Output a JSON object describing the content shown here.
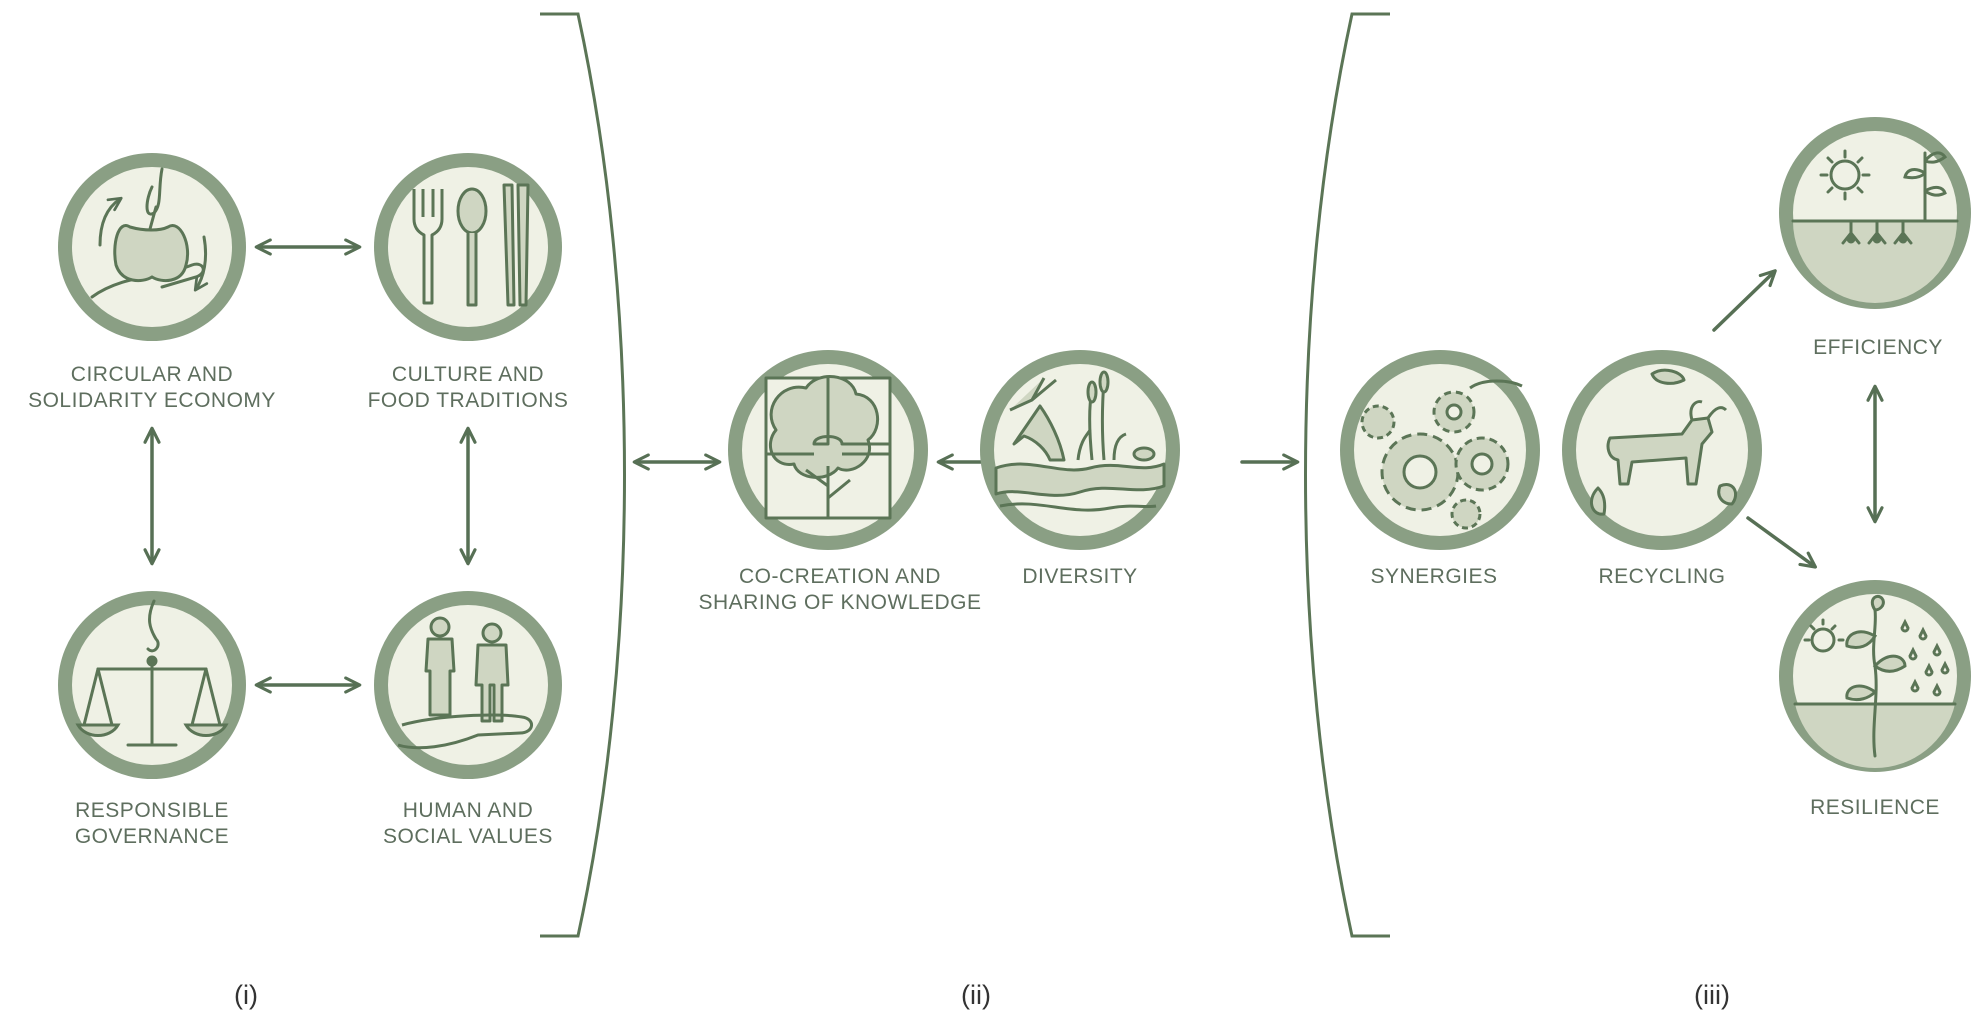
{
  "colors": {
    "ring": "#8a9f84",
    "ring_dark": "#6c8466",
    "fill": "#eff1e5",
    "ink": "#5b7556",
    "arrow": "#577055",
    "bracket": "#5b7556",
    "label": "#5e6e5e"
  },
  "nodes": {
    "circular": {
      "icon": "apple-hand-cycle-icon",
      "line1": "CIRCULAR AND",
      "line2": "SOLIDARITY ECONOMY"
    },
    "culture": {
      "icon": "fork-spoon-chopsticks-icon",
      "line1": "CULTURE AND",
      "line2": "FOOD TRADITIONS"
    },
    "governance": {
      "icon": "balance-scale-icon",
      "line1": "RESPONSIBLE",
      "line2": "GOVERNANCE"
    },
    "human": {
      "icon": "people-in-hand-icon",
      "line1": "HUMAN AND",
      "line2": "SOCIAL VALUES"
    },
    "cocreation": {
      "icon": "puzzle-tree-icon",
      "line1": "CO-CREATION AND",
      "line2": "SHARING OF KNOWLEDGE"
    },
    "diversity": {
      "icon": "animal-plants-water-icon",
      "line1": "DIVERSITY",
      "line2": ""
    },
    "synergies": {
      "icon": "gears-icon",
      "line1": "SYNERGIES",
      "line2": ""
    },
    "recycling": {
      "icon": "cow-leaves-icon",
      "line1": "RECYCLING",
      "line2": ""
    },
    "efficiency": {
      "icon": "sun-seedlings-icon",
      "line1": "EFFICIENCY",
      "line2": ""
    },
    "resilience": {
      "icon": "sun-rain-plant-icon",
      "line1": "RESILIENCE",
      "line2": ""
    }
  },
  "sections": {
    "i": "(i)",
    "ii": "(ii)",
    "iii": "(iii)"
  }
}
